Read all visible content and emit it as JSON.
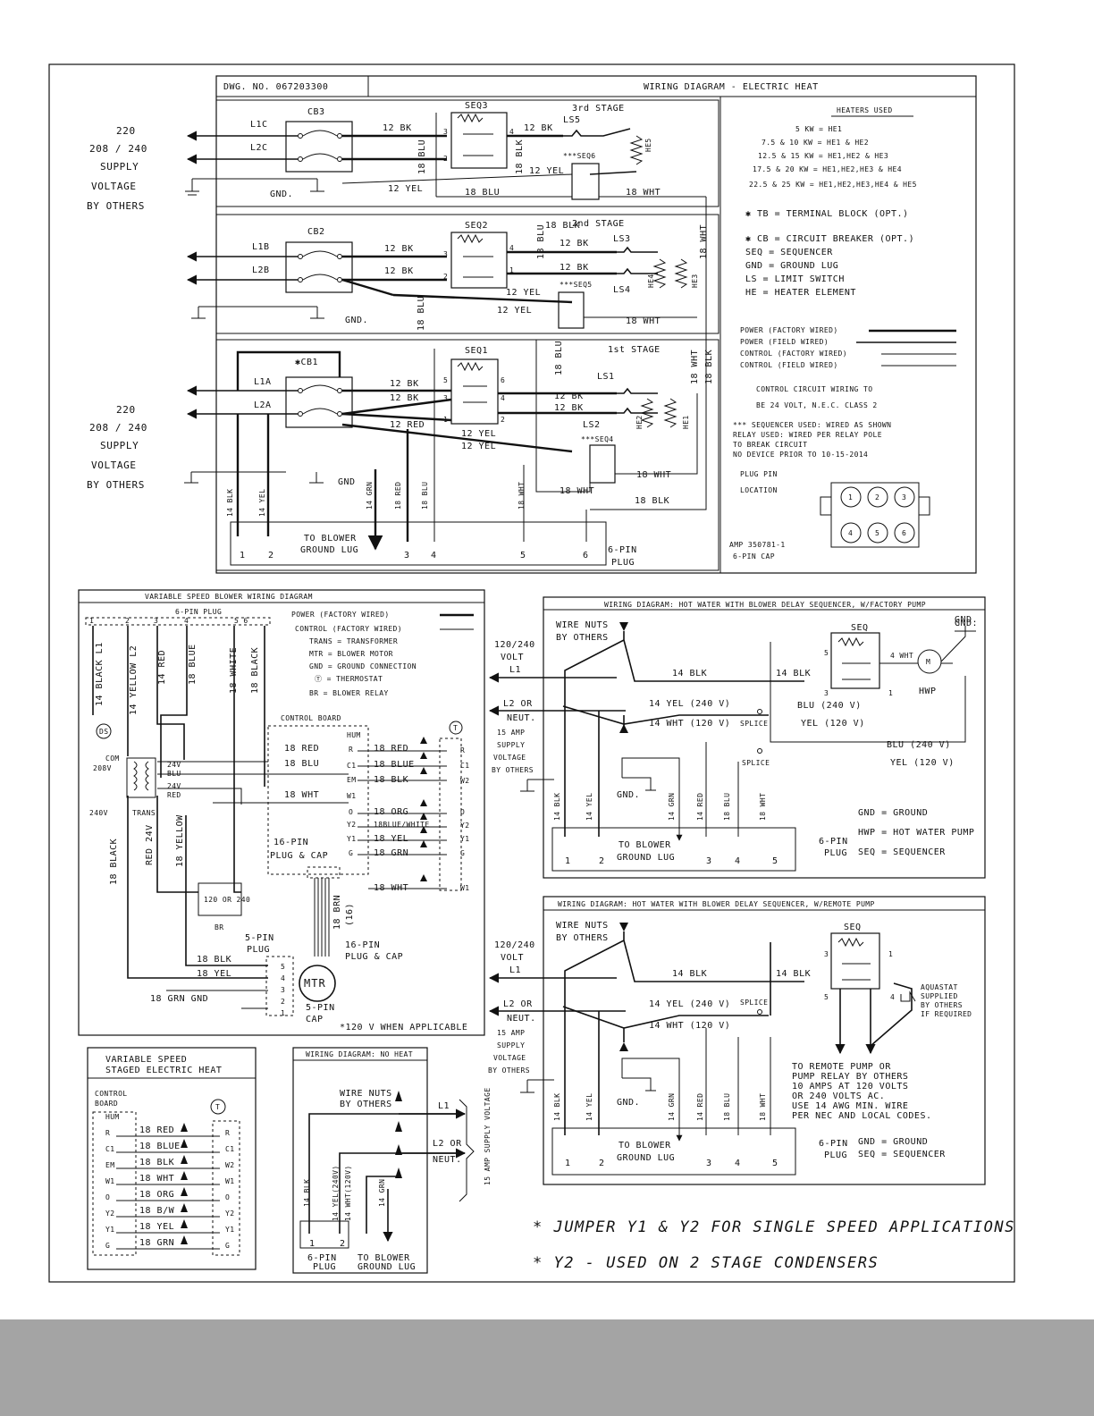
{
  "electric_heat": {
    "dwg_no": "DWG. NO.   067203300",
    "title": "WIRING DIAGRAM - ELECTRIC HEAT",
    "supply_upper": [
      "220",
      "208 / 240",
      "SUPPLY",
      "VOLTAGE",
      "BY OTHERS"
    ],
    "supply_lower": [
      "220",
      "208 / 240",
      "SUPPLY",
      "VOLTAGE",
      "BY OTHERS"
    ],
    "cb3": "CB3",
    "cb2": "CB2",
    "cb1": "✱CB1",
    "l1c": "L1C",
    "l2c": "L2C",
    "l1b": "L1B",
    "l2b": "L2B",
    "l1a": "L1A",
    "l2a": "L2A",
    "gnd": "GND.",
    "gnd2": "GND",
    "seq3": "SEQ3",
    "seq2": "SEQ2",
    "seq1": "SEQ1",
    "seq6": "***SEQ6",
    "seq5": "***SEQ5",
    "seq4": "***SEQ4",
    "stage3": "3rd STAGE",
    "stage2": "2nd STAGE",
    "stage1": "1st STAGE",
    "ls5": "LS5",
    "ls3": "LS3",
    "ls4": "LS4",
    "ls1": "LS1",
    "ls2": "LS2",
    "he5": "HE5",
    "he4": "HE4",
    "he3": "HE3",
    "he2": "HE2",
    "he1": "HE1",
    "w12bk": "12 BK",
    "w12yel": "12 YEL",
    "w12red": "12 RED",
    "w18blu": "18 BLU",
    "w18blk": "18 BLK",
    "w18wht": "18 WHT",
    "w14blk": "14 BLK",
    "w14yel": "14 YEL",
    "w14grn": "14 GRN",
    "w18red": "18 RED",
    "to_blower": "TO BLOWER",
    "ground_lug": "GROUND LUG",
    "six_pin": "6-PIN",
    "plug": "PLUG",
    "pins": [
      "1",
      "2",
      "3",
      "4",
      "5",
      "6"
    ],
    "heaters_used_title": "HEATERS USED",
    "heaters_used": [
      "5 KW = HE1",
      "7.5 & 10 KW = HE1 & HE2",
      "12.5 & 15 KW = HE1,HE2 & HE3",
      "17.5 & 20 KW = HE1,HE2,HE3 & HE4",
      "22.5 & 25 KW = HE1,HE2,HE3,HE4 & HE5"
    ],
    "legend": [
      "✱ TB = TERMINAL BLOCK      (OPT.)",
      "✱ CB = CIRCUIT BREAKER     (OPT.)",
      "  SEQ = SEQUENCER",
      "  GND = GROUND LUG",
      "   LS = LIMIT SWITCH",
      "   HE = HEATER ELEMENT"
    ],
    "wire_legend": [
      "POWER (FACTORY WIRED)",
      "POWER (FIELD WIRED)",
      "CONTROL (FACTORY WIRED)",
      "CONTROL (FIELD WIRED)"
    ],
    "control_note": [
      "CONTROL CIRCUIT WIRING TO",
      "BE 24 VOLT, N.E.C. CLASS 2"
    ],
    "seq_note": [
      "*** SEQUENCER USED: WIRED AS SHOWN",
      "    RELAY USED: WIRED PER RELAY POLE",
      "    TO BREAK CIRCUIT",
      "    NO DEVICE PRIOR TO 10-15-2014"
    ],
    "plug_pin_location": [
      "PLUG PIN",
      "LOCATION"
    ],
    "amp_cap": [
      "AMP 350781-1",
      "6-PIN CAP"
    ]
  },
  "blower": {
    "title": "VARIABLE SPEED BLOWER WIRING DIAGRAM",
    "six_pin_plug": "6-PIN PLUG",
    "pin_nums": [
      "1",
      "2",
      "3",
      "4",
      "5 6"
    ],
    "wires_vertical": [
      "14 BLACK L1",
      "14 YELLOW L2",
      "14 RED",
      "18 BLUE",
      "18 WHITE",
      "18 BLACK"
    ],
    "legend": [
      "POWER (FACTORY WIRED)",
      "CONTROL (FACTORY WIRED)",
      "TRANS = TRANSFORMER",
      "MTR = BLOWER MOTOR",
      "GND = GROUND CONNECTION",
      "Ⓣ = THERMOSTAT",
      "BR = BLOWER RELAY"
    ],
    "control_board": "CONTROL BOARD",
    "ds": "DS",
    "com": "COM",
    "v208": "208V",
    "v240": "240V",
    "trans": "TRANS",
    "v24_blu": "24V",
    "blu": "BLU",
    "v24_red": "24V",
    "red": "RED",
    "terms_left": [
      "HUM",
      "R",
      "C1",
      "EM",
      "W1",
      "O",
      "Y2",
      "Y1",
      "G"
    ],
    "wires_left": [
      "18 RED",
      "18 BLU",
      "18 WHT"
    ],
    "wires_right": [
      "18 RED",
      "18 BLUE",
      "18 BLK",
      "18 ORG",
      "18BLUE/WHITE",
      "18 YEL",
      "18 GRN",
      "18 WHT"
    ],
    "tstat_terms": [
      "R",
      "C1",
      "W2",
      "O",
      "Y2",
      "Y1",
      "G",
      "W1"
    ],
    "sixteen_pin": [
      "16-PIN",
      "PLUG & CAP"
    ],
    "black": "18 BLACK",
    "red24": "RED 24V",
    "yellow": "18 YELLOW",
    "br": "BR",
    "br_volts": "120 OR 240",
    "brn": "18 BRN",
    "brn16": "(16)",
    "five_pin": [
      "5-PIN",
      "PLUG"
    ],
    "sixteen_pin2": [
      "16-PIN",
      "PLUG & CAP"
    ],
    "mtr": "MTR",
    "five_pin_cap": [
      "5-PIN",
      "CAP"
    ],
    "blk": "18 BLK",
    "yel": "18 YEL",
    "grn": "18 GRN GND",
    "motor_pins": [
      "5",
      "4",
      "3",
      "2",
      "1"
    ],
    "note": "*120 V WHEN APPLICABLE"
  },
  "hw_factory": {
    "title": "WIRING DIAGRAM: HOT WATER WITH BLOWER DELAY SEQUENCER, W/FACTORY PUMP",
    "wire_nuts": [
      "WIRE NUTS",
      "BY OTHERS"
    ],
    "volt": [
      "120/240",
      "VOLT",
      "L1"
    ],
    "l2": [
      "L2 OR",
      "NEUT."
    ],
    "supply": [
      "15 AMP",
      "SUPPLY",
      "VOLTAGE",
      "BY OTHERS"
    ],
    "seq": "SEQ",
    "gnd": "GND.",
    "gnd2": "GND.",
    "w14blk": "14 BLK",
    "w14blk2": "14 BLK",
    "yel240": "14 YEL (240 V)",
    "wht120": "14 WHT (120 V)",
    "splice": "SPLICE",
    "splice2": "SPLICE",
    "blu240": "BLU (240 V)",
    "yel120": "YEL (120 V)",
    "blu240b": "BLU (240 V)",
    "yel120b": "YEL (120 V)",
    "wht4": "4 WHT",
    "m": "M",
    "hwp": "HWP",
    "t5": "5",
    "t3": "3",
    "t1": "1",
    "vert": [
      "14 BLK",
      "14 YEL",
      "14 GRN",
      "14 RED",
      "18 BLU",
      "18 WHT"
    ],
    "to_blower": "TO BLOWER",
    "ground_lug": "GROUND LUG",
    "pins": [
      "1",
      "2",
      "3",
      "4",
      "5"
    ],
    "legend": [
      "GND = GROUND",
      "HWP = HOT WATER PUMP",
      "SEQ = SEQUENCER"
    ],
    "six_pin": [
      "6-PIN",
      "PLUG"
    ]
  },
  "hw_remote": {
    "title": "WIRING DIAGRAM: HOT WATER WITH BLOWER DELAY SEQUENCER, W/REMOTE PUMP",
    "wire_nuts": [
      "WIRE NUTS",
      "BY OTHERS"
    ],
    "volt": [
      "120/240",
      "VOLT",
      "L1"
    ],
    "l2": [
      "L2 OR",
      "NEUT."
    ],
    "supply": [
      "15 AMP",
      "SUPPLY",
      "VOLTAGE",
      "BY OTHERS"
    ],
    "seq": "SEQ",
    "w14blk": "14 BLK",
    "w14blk2": "14 BLK",
    "yel240": "14 YEL (240 V)",
    "wht120": "14 WHT (120 V)",
    "splice": "SPLICE",
    "t3": "3",
    "t1": "1",
    "t5": "5",
    "t4": "4",
    "aquastat": [
      "AQUASTAT",
      "SUPPLIED",
      "BY OTHERS",
      "IF REQUIRED"
    ],
    "pump_note": [
      "TO REMOTE PUMP OR",
      "PUMP RELAY BY OTHERS",
      "10 AMPS AT 120 VOLTS",
      "OR 240 VOLTS AC.",
      "USE 14 AWG MIN. WIRE",
      "PER NEC AND LOCAL CODES."
    ],
    "gnd": "GND.",
    "vert": [
      "14 BLK",
      "14 YEL",
      "14 GRN",
      "14 RED",
      "18 BLU",
      "18 WHT"
    ],
    "to_blower": "TO BLOWER",
    "ground_lug": "GROUND LUG",
    "pins": [
      "1",
      "2",
      "3",
      "4",
      "5"
    ],
    "legend": [
      "GND = GROUND",
      "SEQ = SEQUENCER"
    ],
    "six_pin": [
      "6-PIN",
      "PLUG"
    ]
  },
  "staged": {
    "title": [
      "VARIABLE SPEED",
      "STAGED ELECTRIC HEAT"
    ],
    "control_board": [
      "CONTROL",
      "BOARD"
    ],
    "terms_left": [
      "HUM",
      "R",
      "C1",
      "EM",
      "W1",
      "O",
      "Y2",
      "Y1",
      "G"
    ],
    "wires": [
      "18 RED",
      "18 BLUE",
      "18 BLK",
      "18 WHT",
      "18 ORG",
      "18 B/W",
      "18 YEL",
      "18 GRN"
    ],
    "terms_right": [
      "R",
      "C1",
      "W2",
      "W1",
      "O",
      "Y2",
      "Y1",
      "G"
    ]
  },
  "no_heat": {
    "title": "WIRING DIAGRAM: NO HEAT",
    "wire_nuts": [
      "WIRE NUTS",
      "BY OTHERS"
    ],
    "l1": "L1",
    "l2": [
      "L2 OR",
      "NEUT."
    ],
    "supply": "15 AMP SUPPLY VOLTAGE",
    "vert": [
      "14 BLK",
      "14 YEL(240V)",
      "14 WHT(120V)",
      "14 GRN"
    ],
    "pins": [
      "1",
      "2"
    ],
    "six_pin": [
      "6-PIN",
      "PLUG"
    ],
    "to_blower": [
      "TO BLOWER",
      "GROUND LUG"
    ]
  },
  "notes": [
    "* JUMPER Y1 & Y2 FOR SINGLE SPEED APPLICATIONS",
    "* Y2 - USED ON 2 STAGE CONDENSERS"
  ]
}
